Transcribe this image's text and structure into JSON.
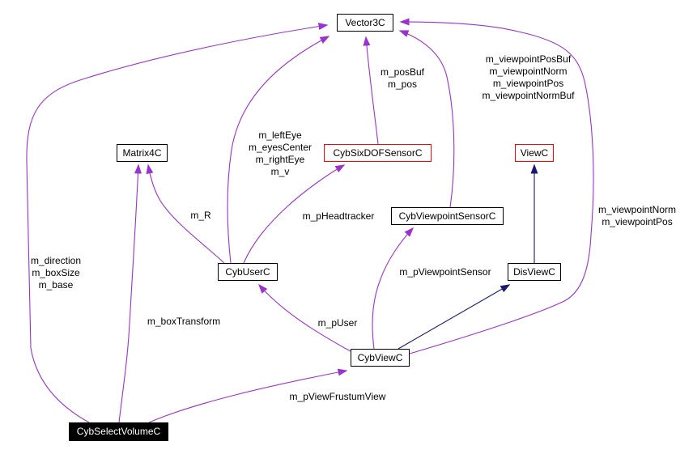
{
  "diagram": {
    "kind": "class-collaboration-graph",
    "nodes": [
      {
        "label": "Vector3C",
        "type": "normal"
      },
      {
        "label": "Matrix4C",
        "type": "normal"
      },
      {
        "label": "CybSixDOFSensorC",
        "type": "truncated"
      },
      {
        "label": "ViewC",
        "type": "truncated"
      },
      {
        "label": "CybViewpointSensorC",
        "type": "normal"
      },
      {
        "label": "CybUserC",
        "type": "normal"
      },
      {
        "label": "DisViewC",
        "type": "normal"
      },
      {
        "label": "CybViewC",
        "type": "normal"
      },
      {
        "label": "CybSelectVolumeC",
        "type": "current"
      }
    ],
    "edge_labels": [
      {
        "text": "m_posBuf\nm_pos"
      },
      {
        "text": "m_viewpointPosBuf\nm_viewpointNorm\nm_viewpointPos\nm_viewpointNormBuf"
      },
      {
        "text": "m_leftEye\nm_eyesCenter\nm_rightEye\nm_v"
      },
      {
        "text": "m_R"
      },
      {
        "text": "m_pHeadtracker"
      },
      {
        "text": "m_viewpointNorm\nm_viewpointPos"
      },
      {
        "text": "m_direction\nm_boxSize\nm_base"
      },
      {
        "text": "m_pViewpointSensor"
      },
      {
        "text": "m_boxTransform"
      },
      {
        "text": "m_pUser"
      },
      {
        "text": "m_pViewFrustumView"
      }
    ],
    "edges": [
      {
        "from": "CybSelectVolumeC",
        "to": "Vector3C",
        "label": "m_direction m_boxSize m_base",
        "kind": "usage"
      },
      {
        "from": "CybUserC",
        "to": "Vector3C",
        "label": "m_leftEye m_eyesCenter m_rightEye m_v",
        "kind": "usage"
      },
      {
        "from": "CybSixDOFSensorC",
        "to": "Vector3C",
        "label": "m_posBuf m_pos",
        "kind": "usage"
      },
      {
        "from": "CybViewpointSensorC",
        "to": "Vector3C",
        "label": "m_viewpointPosBuf m_viewpointNorm m_viewpointPos m_viewpointNormBuf",
        "kind": "usage"
      },
      {
        "from": "CybViewC",
        "to": "Vector3C",
        "label": "m_viewpointNorm m_viewpointPos",
        "kind": "usage"
      },
      {
        "from": "CybUserC",
        "to": "Matrix4C",
        "label": "m_R",
        "kind": "usage"
      },
      {
        "from": "CybSelectVolumeC",
        "to": "Matrix4C",
        "label": "m_boxTransform",
        "kind": "usage"
      },
      {
        "from": "CybUserC",
        "to": "CybSixDOFSensorC",
        "label": "m_pHeadtracker",
        "kind": "usage"
      },
      {
        "from": "CybViewC",
        "to": "CybViewpointSensorC",
        "label": "m_pViewpointSensor",
        "kind": "usage"
      },
      {
        "from": "CybViewC",
        "to": "CybUserC",
        "label": "m_pUser",
        "kind": "usage"
      },
      {
        "from": "CybSelectVolumeC",
        "to": "CybViewC",
        "label": "m_pViewFrustumView",
        "kind": "usage"
      },
      {
        "from": "DisViewC",
        "to": "ViewC",
        "label": "",
        "kind": "inheritance"
      },
      {
        "from": "CybViewC",
        "to": "DisViewC",
        "label": "",
        "kind": "inheritance"
      }
    ],
    "colors": {
      "usage_edge": "#9a32cd",
      "inheritance_edge": "#191970",
      "node_border": "#000000",
      "truncated_border": "#ff0000",
      "node_bg": "#ffffff",
      "current_node_bg": "#000000",
      "current_node_text": "#ffffff",
      "background": "#ffffff"
    }
  }
}
